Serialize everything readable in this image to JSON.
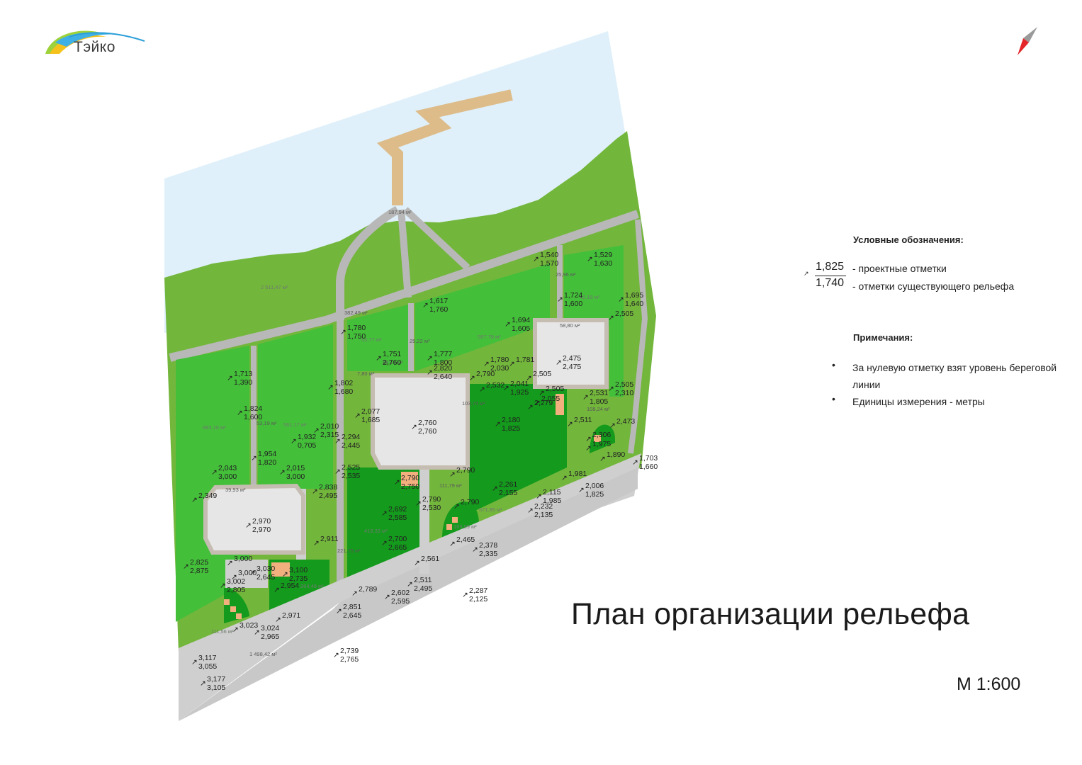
{
  "logo": {
    "text": "Тэйко"
  },
  "legend": {
    "title": "Условные обозначения:",
    "project_value": "1,825",
    "existing_value": "1,740",
    "project_desc": "- проектные отметки",
    "existing_desc": "- отметки существующего рельефа"
  },
  "notes": {
    "title": "Примечания:",
    "items": [
      "За нулевую отметку взят уровень береговой линии",
      "Единицы измерения - метры"
    ]
  },
  "title": "План организации рельефа",
  "scale": "М 1:600",
  "colors": {
    "water": "#dff0fa",
    "lawn": "#73b63c",
    "light_green": "#44bf3a",
    "dark_green": "#149a1c",
    "path": "#b8b8b8",
    "paving": "#cfcfcf",
    "pier": "#ddbc8a",
    "house": "#e6e6e6",
    "orange": "#f2b07e"
  },
  "elevations": [
    {
      "a": "1,540",
      "b": "1,570"
    },
    {
      "a": "1,529",
      "b": "1,630"
    },
    {
      "a": "1,724",
      "b": "1,600"
    },
    {
      "a": "1,695",
      "b": "1,640"
    },
    {
      "a": "2,505",
      "b": ""
    },
    {
      "a": "1,617",
      "b": "1,760"
    },
    {
      "a": "1,694",
      "b": "1,605"
    },
    {
      "a": "1,780",
      "b": "1,750"
    },
    {
      "a": "1,751",
      "b": "2,760"
    },
    {
      "a": "1,777",
      "b": "1,800"
    },
    {
      "a": "2,820",
      "b": "2,640"
    },
    {
      "a": "1,780",
      "b": "2,030"
    },
    {
      "a": "1,781",
      "b": ""
    },
    {
      "a": "2,790",
      "b": ""
    },
    {
      "a": "2,505",
      "b": ""
    },
    {
      "a": "2,475",
      "b": "2,475"
    },
    {
      "a": "1,713",
      "b": "1,390"
    },
    {
      "a": "1,802",
      "b": "1,680"
    },
    {
      "a": "2,532",
      "b": ""
    },
    {
      "a": "2,041",
      "b": "1,925"
    },
    {
      "a": "2,505",
      "b": ""
    },
    {
      "a": "2,531",
      "b": "1,805"
    },
    {
      "a": "2,505",
      "b": "2,310"
    },
    {
      "a": "1,824",
      "b": "1,600"
    },
    {
      "a": "2,077",
      "b": "1,685"
    },
    {
      "a": "2,760",
      "b": "2,760"
    },
    {
      "a": "2,055",
      "b": ""
    },
    {
      "a": "2,279",
      "b": ""
    },
    {
      "a": "2,180",
      "b": "1,825"
    },
    {
      "a": "2,511",
      "b": ""
    },
    {
      "a": "2,473",
      "b": ""
    },
    {
      "a": "2,010",
      "b": "2,315"
    },
    {
      "a": "1,932",
      "b": "0,705"
    },
    {
      "a": "2,294",
      "b": "2,445"
    },
    {
      "a": "2,306",
      "b": ""
    },
    {
      "a": "1,975",
      "b": ""
    },
    {
      "a": "1,890",
      "b": ""
    },
    {
      "a": "1,954",
      "b": "1,820"
    },
    {
      "a": "1,703",
      "b": "1,660"
    },
    {
      "a": "2,043",
      "b": "3,000"
    },
    {
      "a": "2,015",
      "b": "3,000"
    },
    {
      "a": "2,525",
      "b": "2,535"
    },
    {
      "a": "2,790",
      "b": ""
    },
    {
      "a": "1,981",
      "b": ""
    },
    {
      "a": "2,790",
      "b": "2,750"
    },
    {
      "a": "2,838",
      "b": "2,495"
    },
    {
      "a": "2,261",
      "b": "2,155"
    },
    {
      "a": "2,006",
      "b": "1,825"
    },
    {
      "a": "2,349",
      "b": ""
    },
    {
      "a": "2,115",
      "b": "1,985"
    },
    {
      "a": "2,790",
      "b": "2,530"
    },
    {
      "a": "2,790",
      "b": ""
    },
    {
      "a": "2,692",
      "b": "2,585"
    },
    {
      "a": "2,232",
      "b": "2,135"
    },
    {
      "a": "2,970",
      "b": "2,970"
    },
    {
      "a": "2,911",
      "b": ""
    },
    {
      "a": "2,700",
      "b": "2,665"
    },
    {
      "a": "2,465",
      "b": ""
    },
    {
      "a": "2,378",
      "b": "2,335"
    },
    {
      "a": "2,825",
      "b": "2,875"
    },
    {
      "a": "3,000",
      "b": ""
    },
    {
      "a": "2,561",
      "b": ""
    },
    {
      "a": "3,030",
      "b": "2,645"
    },
    {
      "a": "3,100",
      "b": "2,735"
    },
    {
      "a": "3,000",
      "b": ""
    },
    {
      "a": "2,511",
      "b": "2,495"
    },
    {
      "a": "2,287",
      "b": "2,125"
    },
    {
      "a": "3,002",
      "b": "2,805"
    },
    {
      "a": "2,954",
      "b": ""
    },
    {
      "a": "2,789",
      "b": ""
    },
    {
      "a": "2,602",
      "b": "2,595"
    },
    {
      "a": "2,851",
      "b": "2,645"
    },
    {
      "a": "2,971",
      "b": ""
    },
    {
      "a": "3,023",
      "b": ""
    },
    {
      "a": "3,024",
      "b": "2,965"
    },
    {
      "a": "2,739",
      "b": "2,765"
    },
    {
      "a": "3,117",
      "b": "3,055"
    },
    {
      "a": "3,177",
      "b": "3,105"
    }
  ],
  "areas": [
    "187,94 м²",
    "2 511,47 м²",
    "382,49 м²",
    "63,77 м²",
    "25,22 м²",
    "587,78 м²",
    "58,80 м²",
    "7,80 м²",
    "88,16 м²",
    "103,74 м²",
    "108,24 м²",
    "883,16 м²",
    "561,17 м²",
    "53,19 м²",
    "111,79 м²",
    "39,93 м²",
    "221,75 м²",
    "418,33 м²",
    "571,86 м²",
    "163,59 м²",
    "264,48 м²",
    "111,56 м²",
    "1 498,42 м²",
    "25,96 м²",
    "42,19 м²"
  ]
}
